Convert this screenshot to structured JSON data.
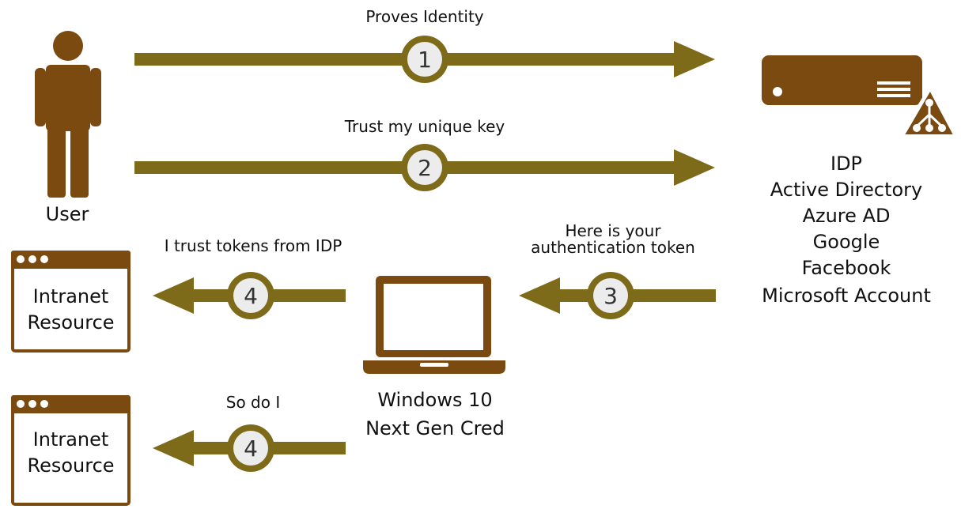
{
  "colors": {
    "arrow": "#7e6b1a",
    "icon": "#7a4a10",
    "badge_fill": "#ececec"
  },
  "user": {
    "label": "User",
    "icon": "person-icon"
  },
  "idp": {
    "icon": "server-icon",
    "lines": [
      "IDP",
      "Active Directory",
      "Azure AD",
      "Google",
      "Facebook",
      "Microsoft Account"
    ]
  },
  "device": {
    "icon": "laptop-icon",
    "lines": [
      "Windows 10",
      "Next Gen Cred"
    ]
  },
  "resources": [
    {
      "icon": "browser-window-icon",
      "line1": "Intranet",
      "line2": "Resource"
    },
    {
      "icon": "browser-window-icon",
      "line1": "Intranet",
      "line2": "Resource"
    }
  ],
  "steps": [
    {
      "num": "1",
      "label": "Proves Identity"
    },
    {
      "num": "2",
      "label": "Trust my unique key"
    },
    {
      "num": "3",
      "label_line1": "Here is your",
      "label_line2": "authentication token"
    },
    {
      "num": "4",
      "label": "I trust tokens from IDP"
    },
    {
      "num": "4",
      "label": "So do I"
    }
  ]
}
